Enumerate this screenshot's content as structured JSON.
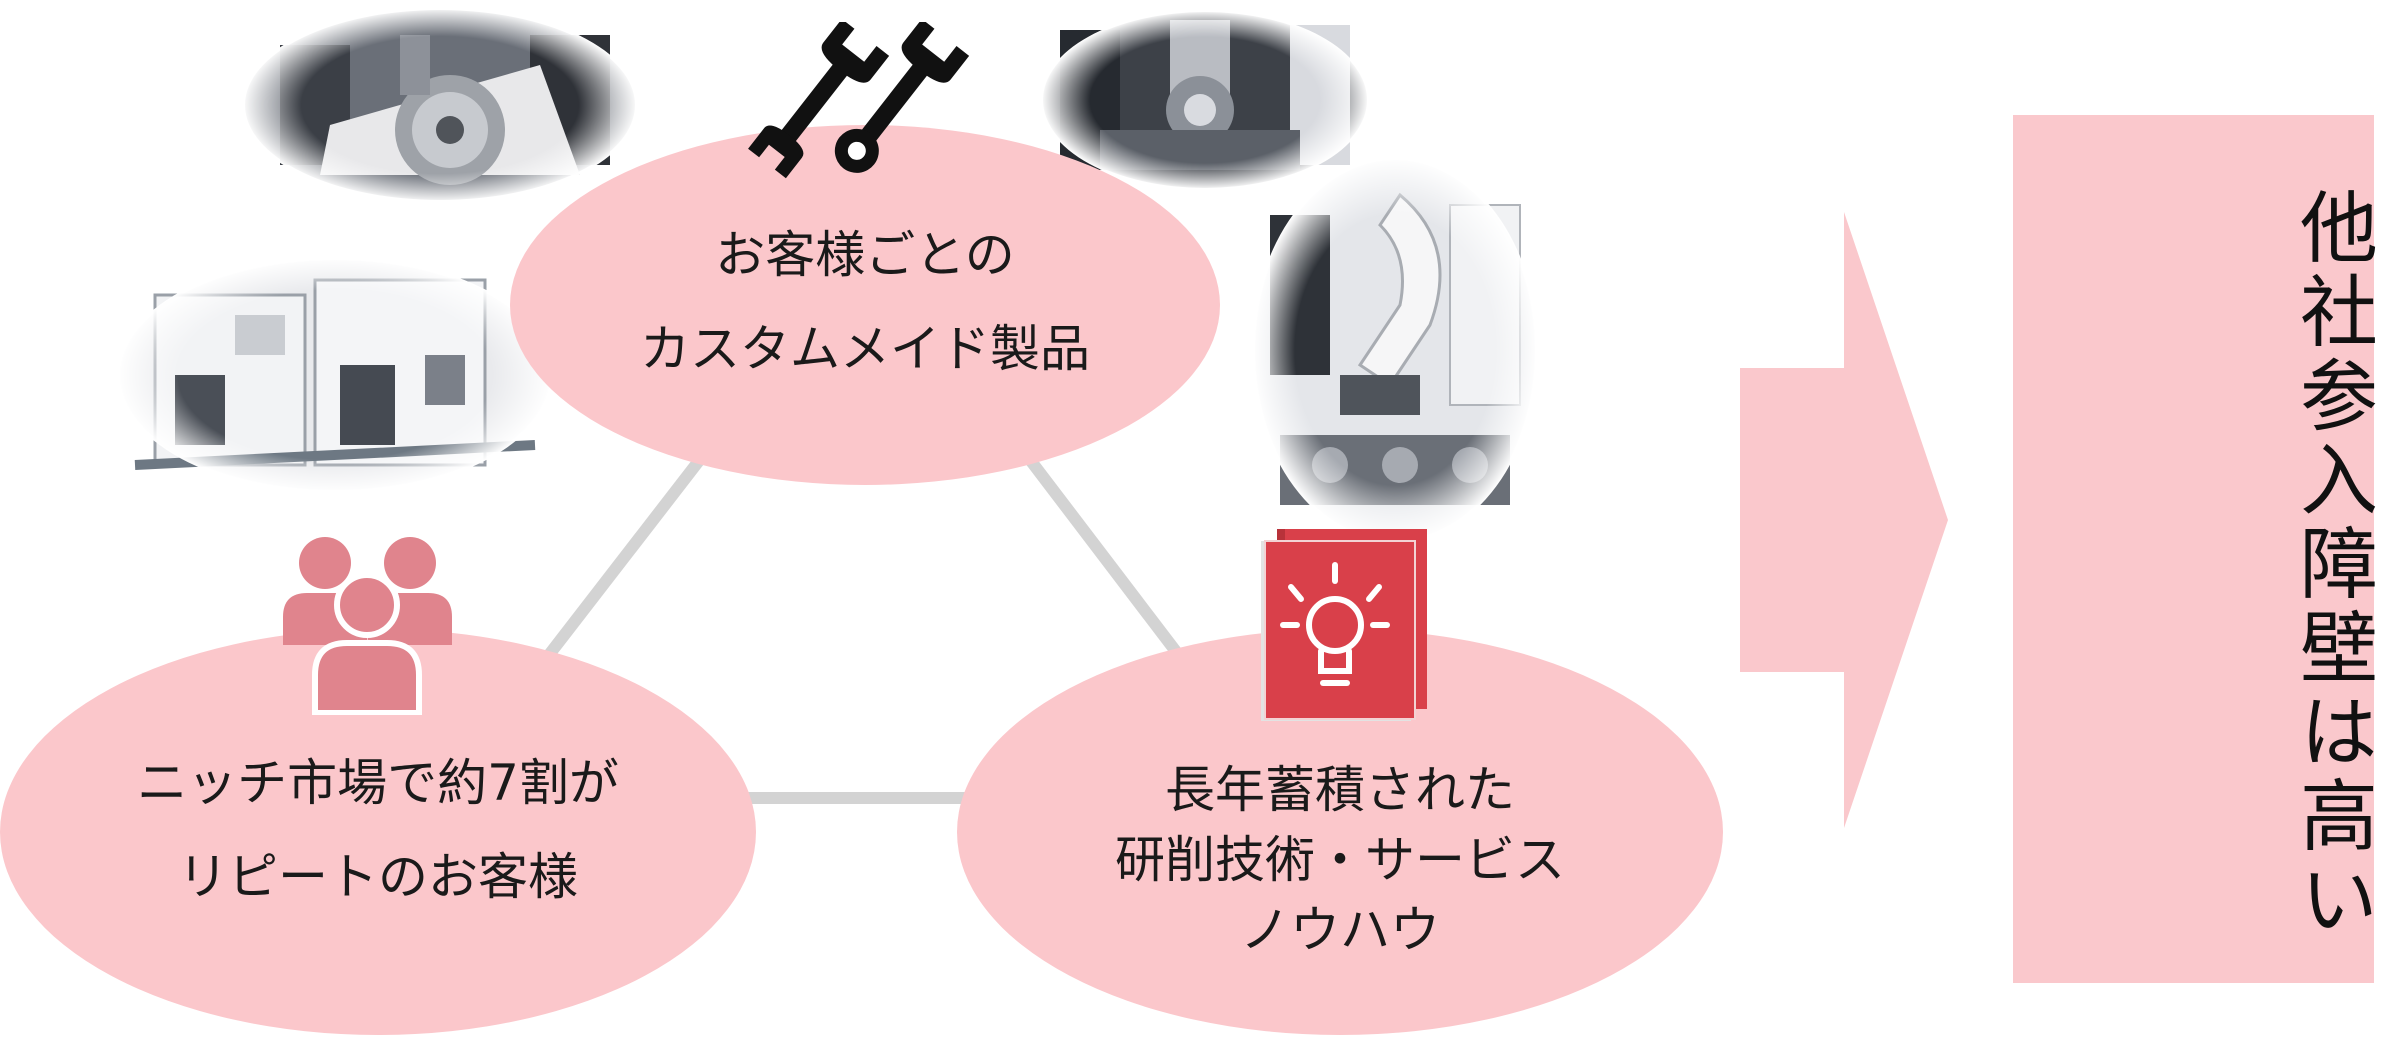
{
  "colors": {
    "ellipse_fill": "#fbc7cb",
    "arrow_fill": "#fac8cc",
    "result_fill": "#fac8cc",
    "connector": "#d3d3d3",
    "people_icon": "#e0848d",
    "book_icon": "#d9404a"
  },
  "nodes": {
    "top": {
      "line1": "お客様ごとの",
      "line2": "カスタムメイド製品"
    },
    "left": {
      "line1": "ニッチ市場で約7割が",
      "line2": "リピートのお客様"
    },
    "right": {
      "line1": "長年蓄積された",
      "line2": "研削技術・サービス",
      "line3": "ノウハウ"
    }
  },
  "icons": {
    "top": "wrench-pair-icon",
    "left": "people-group-icon",
    "right": "idea-book-icon"
  },
  "result": {
    "text": "他社参入障壁は高い"
  }
}
